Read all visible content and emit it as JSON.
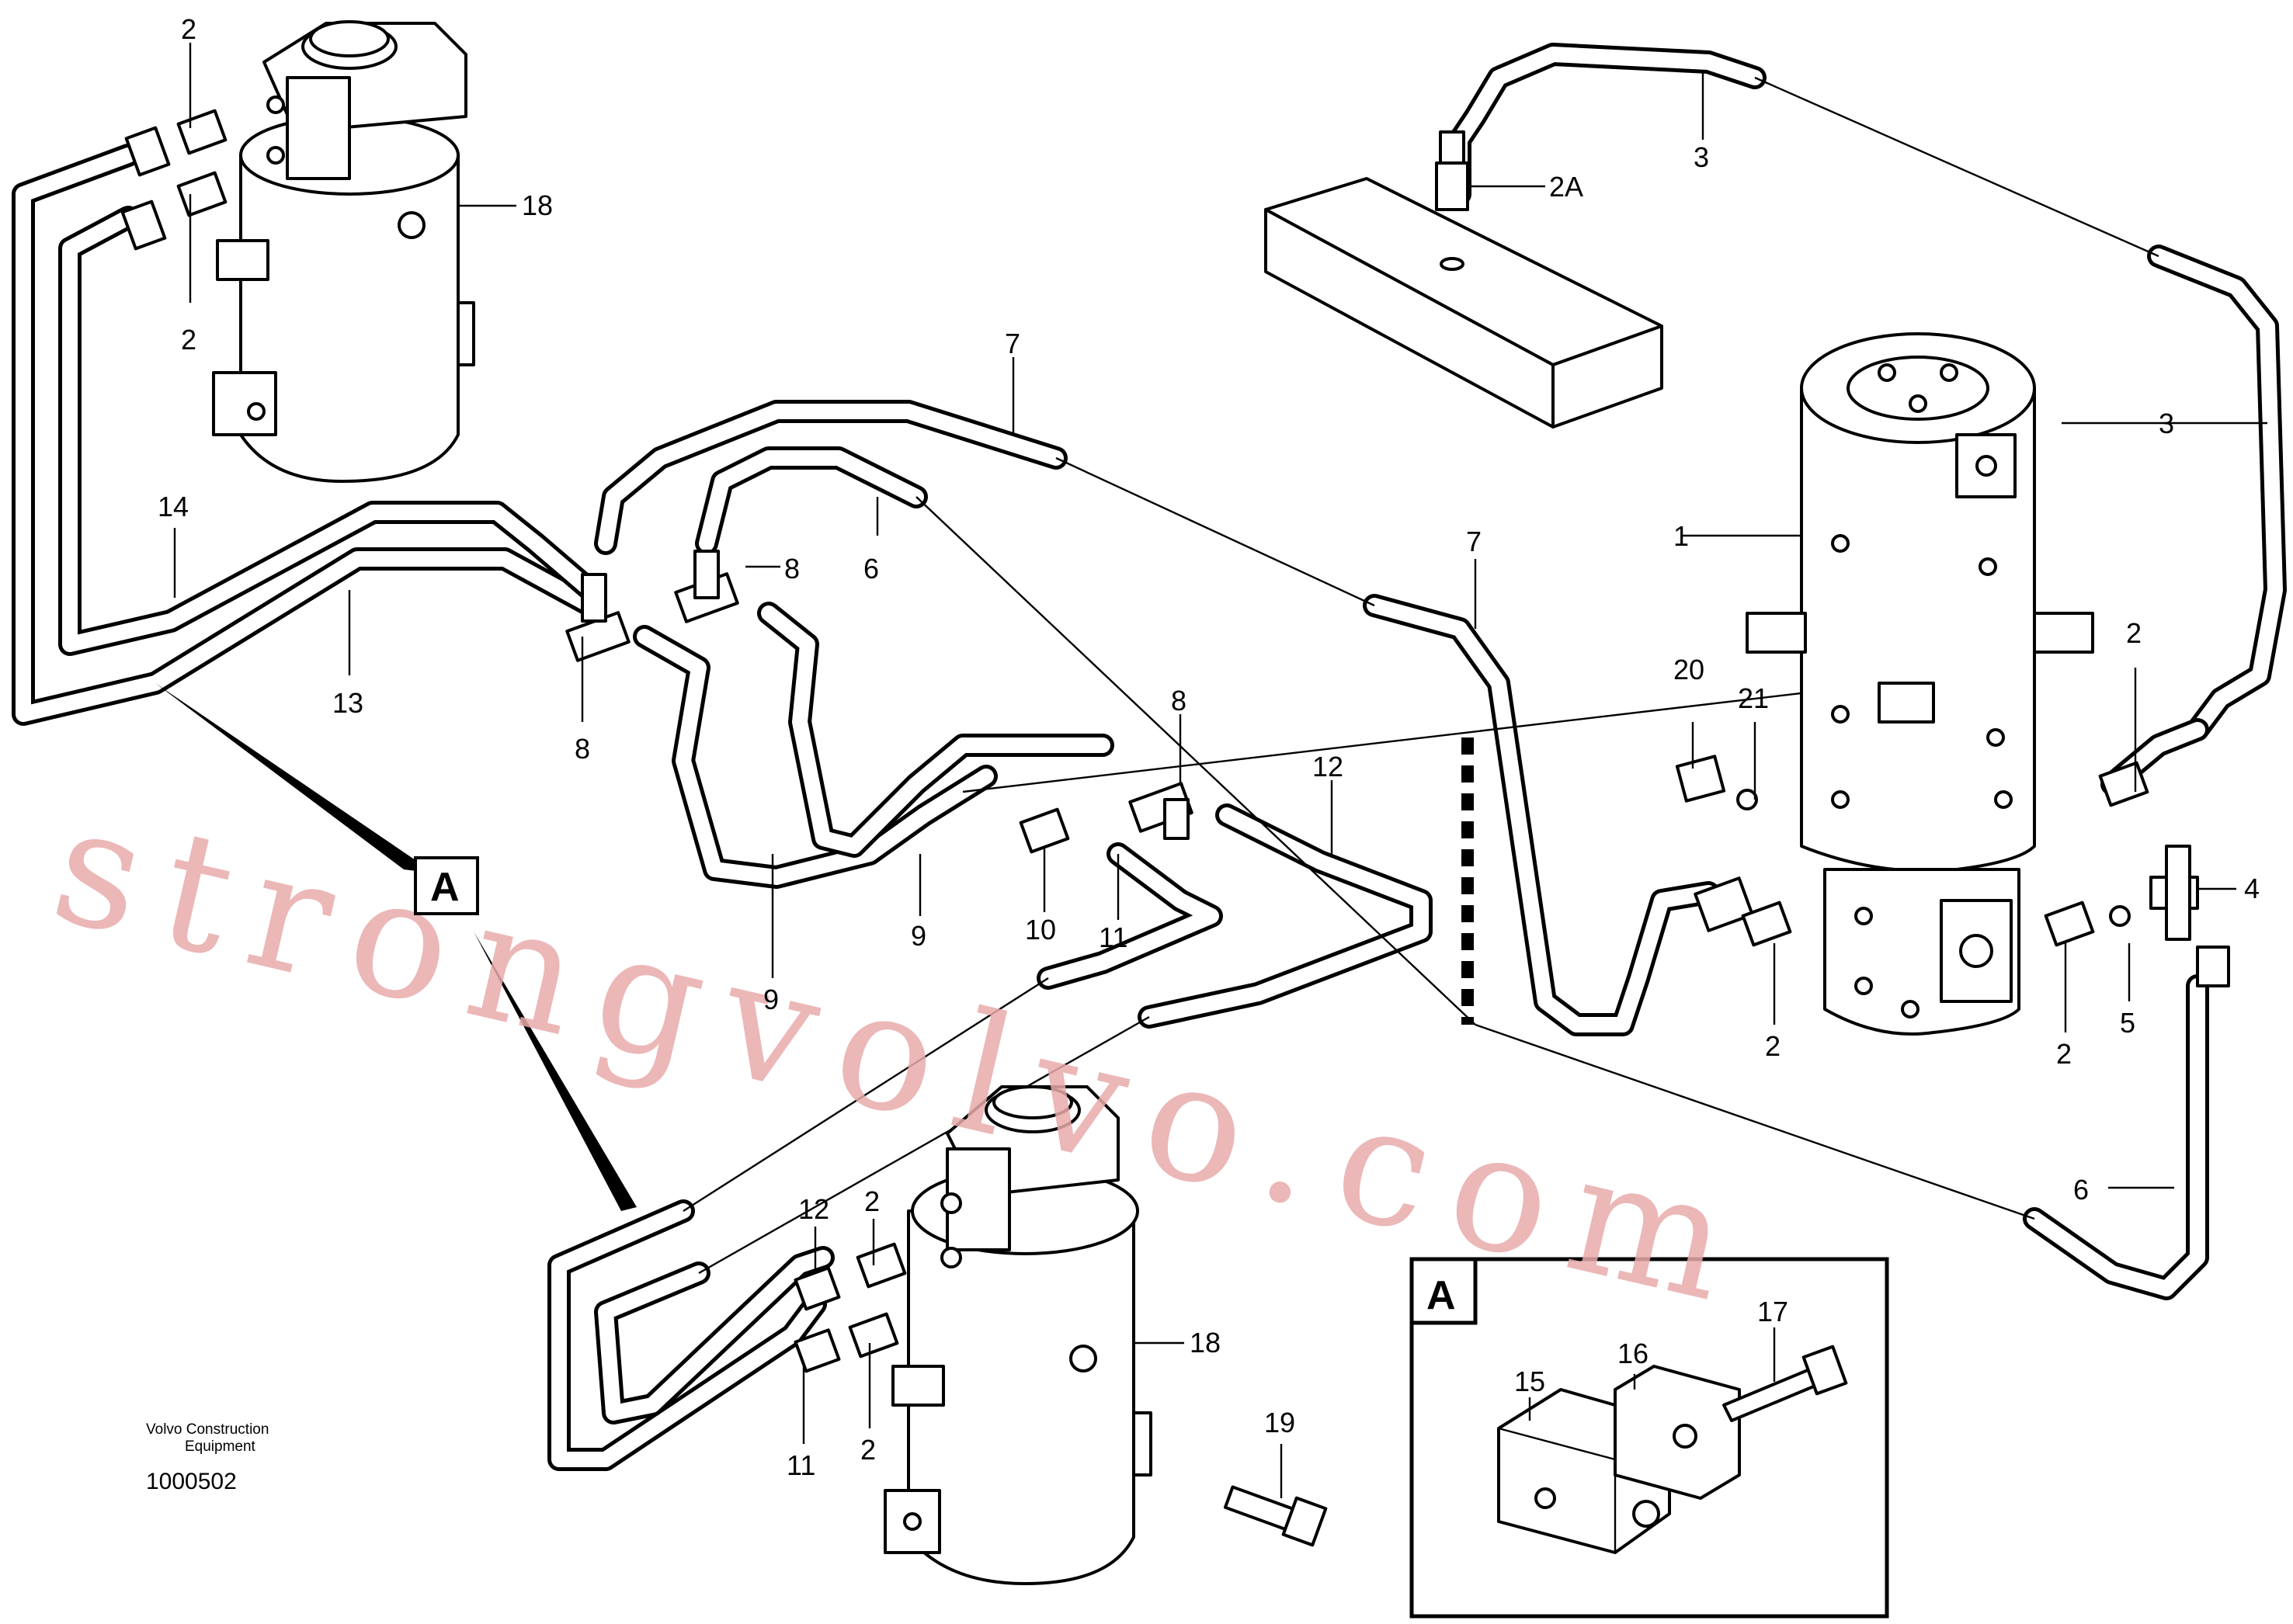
{
  "labels": {
    "l1": "1",
    "l2a": "2A",
    "l2": "2",
    "l3": "3",
    "l4": "4",
    "l5": "5",
    "l6": "6",
    "l7": "7",
    "l8": "8",
    "l9": "9",
    "l10": "10",
    "l11": "11",
    "l12": "12",
    "l13": "13",
    "l14": "14",
    "l15": "15",
    "l16": "16",
    "l17": "17",
    "l18": "18",
    "l19": "19",
    "l20": "20",
    "l21": "21",
    "detail_a": "A"
  },
  "credit": {
    "line1": "Volvo Construction",
    "line2": "Equipment"
  },
  "doc_id": "1000502",
  "watermark": "strongvolvo.com"
}
